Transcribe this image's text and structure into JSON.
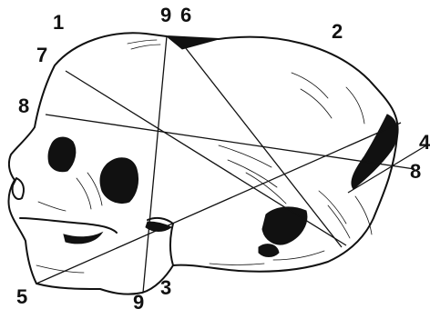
{
  "labels": {
    "l1": "1",
    "l2": "2",
    "l3": "3",
    "l4": "4",
    "l5": "5",
    "l6": "6",
    "l7": "7",
    "l8_left": "8",
    "l8_right": "8",
    "l9_top": "9",
    "l9_bottom": "9"
  },
  "colors": {
    "ink": "#111111",
    "background": "#ffffff"
  }
}
